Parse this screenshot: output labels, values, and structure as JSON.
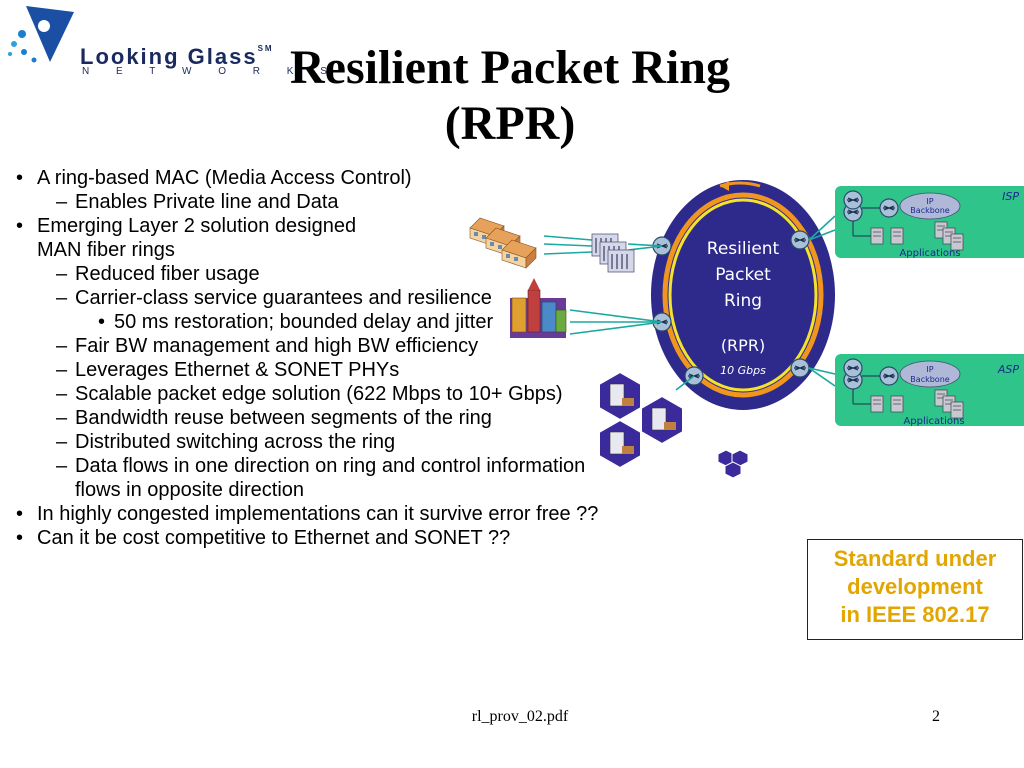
{
  "logo": {
    "name": "Looking Glass",
    "tm": "SM",
    "sub": "N E T W O R K S"
  },
  "title": {
    "line1": "Resilient Packet Ring",
    "line2": "(RPR)"
  },
  "bullets": [
    {
      "level": 1,
      "marker": "•",
      "text": "A ring-based MAC (Media Access Control)"
    },
    {
      "level": 2,
      "marker": "–",
      "text": "Enables Private line and Data"
    },
    {
      "level": 1,
      "marker": "•",
      "text": "Emerging Layer 2 solution designed"
    },
    {
      "level": 1,
      "marker": "",
      "text": "MAN fiber rings"
    },
    {
      "level": 2,
      "marker": "–",
      "text": "Reduced fiber usage"
    },
    {
      "level": 2,
      "marker": "–",
      "text": "Carrier-class service guarantees and resilience"
    },
    {
      "level": 3,
      "marker": "•",
      "text": "50 ms restoration; bounded delay and jitter"
    },
    {
      "level": 2,
      "marker": "–",
      "text": "Fair BW management and high BW efficiency"
    },
    {
      "level": 2,
      "marker": "–",
      "text": "Leverages Ethernet & SONET PHYs"
    },
    {
      "level": 2,
      "marker": "–",
      "text": "Scalable packet edge solution (622 Mbps to 10+ Gbps)"
    },
    {
      "level": 2,
      "marker": "–",
      "text": "Bandwidth reuse between segments of the ring"
    },
    {
      "level": 2,
      "marker": "–",
      "text": "Distributed switching across the ring"
    },
    {
      "level": 2,
      "marker": "–",
      "text": "Data flows in one direction on ring and control information"
    },
    {
      "level": 2,
      "marker": "",
      "text": "flows in opposite direction"
    },
    {
      "level": 1,
      "marker": "•",
      "text": "In highly congested implementations can it survive error free ??"
    },
    {
      "level": 1,
      "marker": "•",
      "text": "Can it be cost competitive to Ethernet and SONET ??"
    }
  ],
  "diagram": {
    "ring_line1": "Resilient",
    "ring_line2": "Packet",
    "ring_line3": "Ring",
    "ring_rpr": "(RPR)",
    "ring_speed": "10 Gbps",
    "isp_label": "ISP",
    "asp_label": "ASP",
    "ip_line1": "IP",
    "ip_line2": "Backbone",
    "apps_label": "Applications"
  },
  "note": {
    "line1": "Standard under",
    "line2": "development",
    "line3": "in IEEE 802.17"
  },
  "footer": {
    "file": "rl_prov_02.pdf",
    "page": "2"
  },
  "colors": {
    "title": "#000000",
    "note_text": "#e3a500",
    "ring_fill": "#2e2a8c",
    "ring_orange": "#f0951e",
    "ring_yellow": "#f5e22a",
    "panel_green": "#2ec48a",
    "link_teal": "#1aa8a0"
  }
}
